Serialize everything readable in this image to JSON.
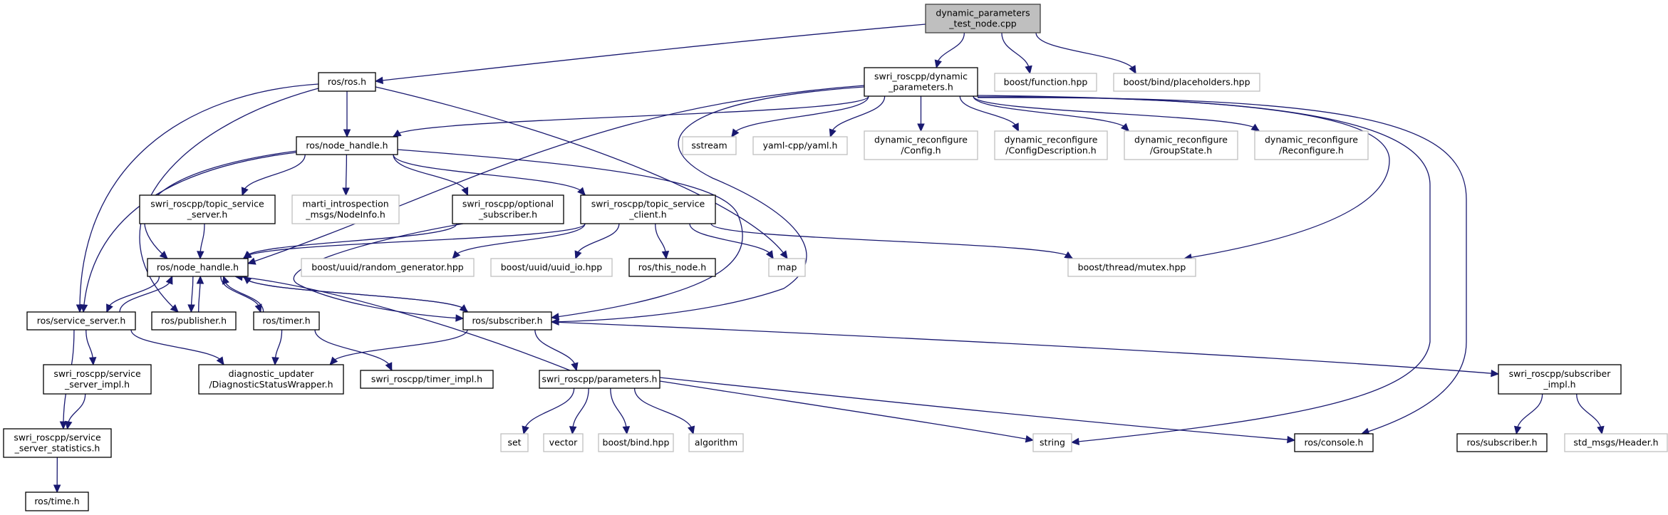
{
  "graph": {
    "edge_color": "#191970",
    "root_fill": "#bfbfbf",
    "external_border": "#bfbfbf",
    "nodes": [
      {
        "id": "root",
        "label": [
          "dynamic_parameters",
          "_test_node.cpp"
        ],
        "style": "root"
      },
      {
        "id": "ros_h",
        "label": [
          "ros/ros.h"
        ],
        "style": "doc"
      },
      {
        "id": "dynparams",
        "label": [
          "swri_roscpp/dynamic",
          "_parameters.h"
        ],
        "style": "doc"
      },
      {
        "id": "function",
        "label": [
          "boost/function.hpp"
        ],
        "style": "ext"
      },
      {
        "id": "placeholders",
        "label": [
          "boost/bind/placeholders.hpp"
        ],
        "style": "ext"
      },
      {
        "id": "nh_top",
        "label": [
          "ros/node_handle.h"
        ],
        "style": "doc"
      },
      {
        "id": "sstream",
        "label": [
          "sstream"
        ],
        "style": "ext"
      },
      {
        "id": "yaml",
        "label": [
          "yaml-cpp/yaml.h"
        ],
        "style": "ext"
      },
      {
        "id": "config",
        "label": [
          "dynamic_reconfigure",
          "/Config.h"
        ],
        "style": "ext"
      },
      {
        "id": "configdesc",
        "label": [
          "dynamic_reconfigure",
          "/ConfigDescription.h"
        ],
        "style": "ext"
      },
      {
        "id": "groupstate",
        "label": [
          "dynamic_reconfigure",
          "/GroupState.h"
        ],
        "style": "ext"
      },
      {
        "id": "reconfigure",
        "label": [
          "dynamic_reconfigure",
          "/Reconfigure.h"
        ],
        "style": "ext"
      },
      {
        "id": "tss",
        "label": [
          "swri_roscpp/topic_service",
          "_server.h"
        ],
        "style": "doc"
      },
      {
        "id": "nodeinfo",
        "label": [
          "marti_introspection",
          "_msgs/NodeInfo.h"
        ],
        "style": "ext"
      },
      {
        "id": "optsub",
        "label": [
          "swri_roscpp/optional",
          "_subscriber.h"
        ],
        "style": "doc"
      },
      {
        "id": "tsc",
        "label": [
          "swri_roscpp/topic_service",
          "_client.h"
        ],
        "style": "doc"
      },
      {
        "id": "nh_low",
        "label": [
          "ros/node_handle.h"
        ],
        "style": "doc"
      },
      {
        "id": "randgen",
        "label": [
          "boost/uuid/random_generator.hpp"
        ],
        "style": "ext"
      },
      {
        "id": "uuidio",
        "label": [
          "boost/uuid/uuid_io.hpp"
        ],
        "style": "ext"
      },
      {
        "id": "thisnode",
        "label": [
          "ros/this_node.h"
        ],
        "style": "doc"
      },
      {
        "id": "map",
        "label": [
          "map"
        ],
        "style": "ext"
      },
      {
        "id": "mutex",
        "label": [
          "boost/thread/mutex.hpp"
        ],
        "style": "ext"
      },
      {
        "id": "srvserver",
        "label": [
          "ros/service_server.h"
        ],
        "style": "doc"
      },
      {
        "id": "publisher",
        "label": [
          "ros/publisher.h"
        ],
        "style": "doc"
      },
      {
        "id": "timer",
        "label": [
          "ros/timer.h"
        ],
        "style": "doc"
      },
      {
        "id": "subscriber",
        "label": [
          "ros/subscriber.h"
        ],
        "style": "doc"
      },
      {
        "id": "srvimpl",
        "label": [
          "swri_roscpp/service",
          "_server_impl.h"
        ],
        "style": "doc"
      },
      {
        "id": "diag",
        "label": [
          "diagnostic_updater",
          "/DiagnosticStatusWrapper.h"
        ],
        "style": "doc"
      },
      {
        "id": "timerimpl",
        "label": [
          "swri_roscpp/timer_impl.h"
        ],
        "style": "doc"
      },
      {
        "id": "parameters",
        "label": [
          "swri_roscpp/parameters.h"
        ],
        "style": "doc"
      },
      {
        "id": "subimpl",
        "label": [
          "swri_roscpp/subscriber",
          "_impl.h"
        ],
        "style": "doc"
      },
      {
        "id": "srvstats",
        "label": [
          "swri_roscpp/service",
          "_server_statistics.h"
        ],
        "style": "doc"
      },
      {
        "id": "set",
        "label": [
          "set"
        ],
        "style": "ext"
      },
      {
        "id": "vector",
        "label": [
          "vector"
        ],
        "style": "ext"
      },
      {
        "id": "bind",
        "label": [
          "boost/bind.hpp"
        ],
        "style": "ext"
      },
      {
        "id": "algorithm",
        "label": [
          "algorithm"
        ],
        "style": "ext"
      },
      {
        "id": "string",
        "label": [
          "string"
        ],
        "style": "ext"
      },
      {
        "id": "console",
        "label": [
          "ros/console.h"
        ],
        "style": "doc"
      },
      {
        "id": "subscriber2",
        "label": [
          "ros/subscriber.h"
        ],
        "style": "doc"
      },
      {
        "id": "header",
        "label": [
          "std_msgs/Header.h"
        ],
        "style": "ext"
      },
      {
        "id": "time",
        "label": [
          "ros/time.h"
        ],
        "style": "doc"
      }
    ],
    "edges": [
      [
        "root",
        "ros_h"
      ],
      [
        "root",
        "dynparams"
      ],
      [
        "root",
        "function"
      ],
      [
        "root",
        "placeholders"
      ],
      [
        "ros_h",
        "nh_top"
      ],
      [
        "ros_h",
        "srvserver"
      ],
      [
        "ros_h",
        "publisher"
      ],
      [
        "ros_h",
        "map"
      ],
      [
        "dynparams",
        "nh_top"
      ],
      [
        "dynparams",
        "nh_low"
      ],
      [
        "dynparams",
        "subscriber"
      ],
      [
        "dynparams",
        "sstream"
      ],
      [
        "dynparams",
        "yaml"
      ],
      [
        "dynparams",
        "config"
      ],
      [
        "dynparams",
        "configdesc"
      ],
      [
        "dynparams",
        "groupstate"
      ],
      [
        "dynparams",
        "reconfigure"
      ],
      [
        "dynparams",
        "mutex"
      ],
      [
        "dynparams",
        "string"
      ],
      [
        "dynparams",
        "console"
      ],
      [
        "nh_top",
        "tss"
      ],
      [
        "nh_top",
        "nodeinfo"
      ],
      [
        "nh_top",
        "optsub"
      ],
      [
        "nh_top",
        "tsc"
      ],
      [
        "nh_top",
        "nh_low"
      ],
      [
        "nh_top",
        "srvserver"
      ],
      [
        "nh_top",
        "subscriber"
      ],
      [
        "tss",
        "nh_low"
      ],
      [
        "optsub",
        "nh_low"
      ],
      [
        "optsub",
        "subscriber"
      ],
      [
        "tsc",
        "nh_low"
      ],
      [
        "tsc",
        "randgen"
      ],
      [
        "tsc",
        "uuidio"
      ],
      [
        "tsc",
        "thisnode"
      ],
      [
        "tsc",
        "map"
      ],
      [
        "tsc",
        "mutex"
      ],
      [
        "nh_low",
        "srvserver"
      ],
      [
        "srvserver",
        "nh_low"
      ],
      [
        "nh_low",
        "publisher"
      ],
      [
        "publisher",
        "nh_low"
      ],
      [
        "nh_low",
        "timer"
      ],
      [
        "timer",
        "nh_low"
      ],
      [
        "nh_low",
        "subscriber"
      ],
      [
        "subscriber",
        "nh_low"
      ],
      [
        "parameters",
        "nh_low"
      ],
      [
        "srvserver",
        "srvimpl"
      ],
      [
        "srvserver",
        "srvstats"
      ],
      [
        "srvserver",
        "diag"
      ],
      [
        "timer",
        "diag"
      ],
      [
        "timer",
        "timerimpl"
      ],
      [
        "subscriber",
        "diag"
      ],
      [
        "subscriber",
        "parameters"
      ],
      [
        "subscriber",
        "subimpl"
      ],
      [
        "srvimpl",
        "srvstats"
      ],
      [
        "srvstats",
        "time"
      ],
      [
        "parameters",
        "set"
      ],
      [
        "parameters",
        "vector"
      ],
      [
        "parameters",
        "bind"
      ],
      [
        "parameters",
        "algorithm"
      ],
      [
        "parameters",
        "string"
      ],
      [
        "parameters",
        "console"
      ],
      [
        "subimpl",
        "subscriber2"
      ],
      [
        "subimpl",
        "header"
      ]
    ]
  }
}
